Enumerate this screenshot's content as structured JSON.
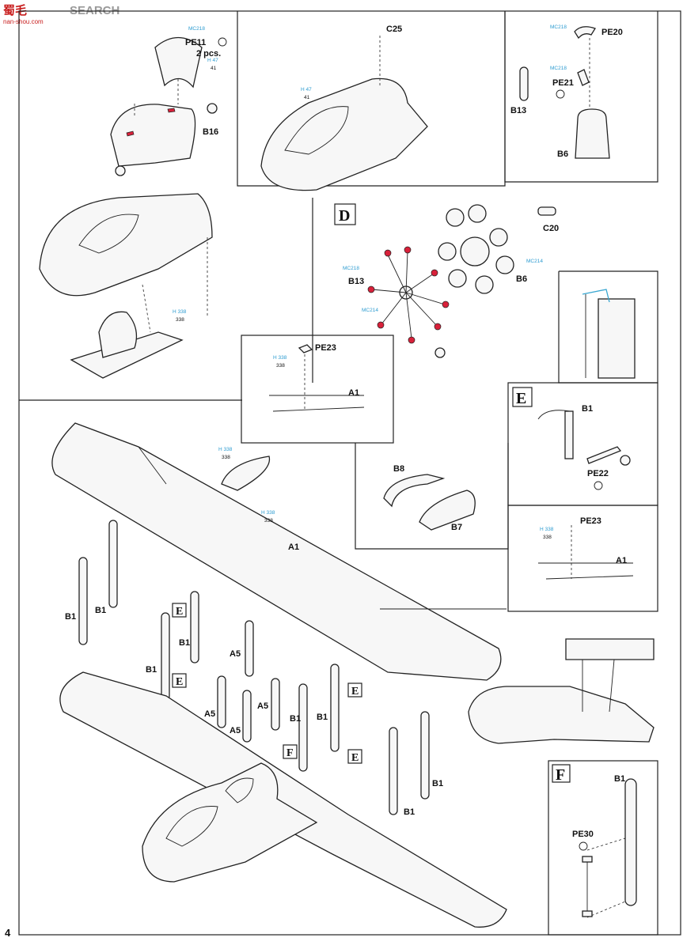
{
  "watermark": {
    "cn": "蜀毛",
    "en": "SEARCH",
    "site": "nan-shou.com"
  },
  "page_number": "4",
  "paint_codes": {
    "mc218": "MC218",
    "mc214": "MC214",
    "h47": "H 47",
    "n41": "41",
    "h338": "H 338",
    "n338": "338"
  },
  "parts": {
    "pe11": "PE11",
    "pe11_qty": "2 pcs.",
    "b16": "B16",
    "c25": "C25",
    "pe20": "PE20",
    "pe21": "PE21",
    "b13": "B13",
    "b6": "B6",
    "c20": "C20",
    "pe23": "PE23",
    "a1": "A1",
    "b1": "B1",
    "pe22": "PE22",
    "b8": "B8",
    "b7": "B7",
    "a5": "A5",
    "pe30": "PE30"
  },
  "detail_letters": {
    "d": "D",
    "e": "E",
    "f": "F"
  }
}
